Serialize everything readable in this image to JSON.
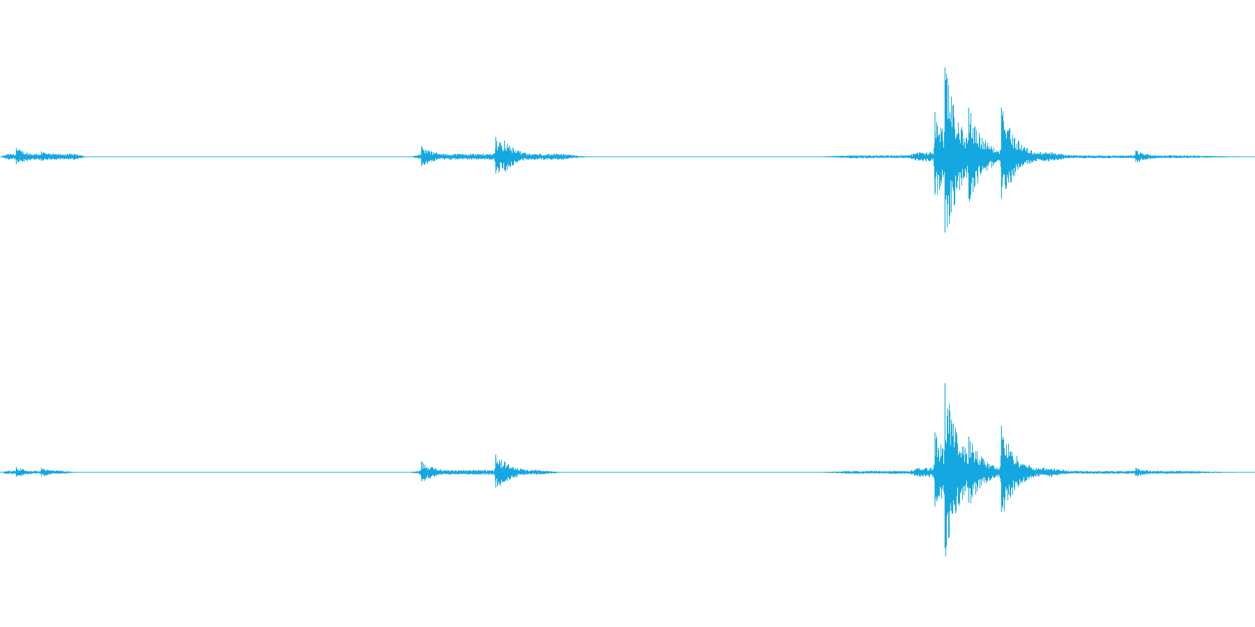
{
  "colors": {
    "background": "#ffffff",
    "waveform": "#15a8e0"
  },
  "chart_data": {
    "type": "line",
    "title": "",
    "xlabel": "",
    "ylabel": "",
    "grid": false,
    "legend": "none",
    "channels": 2,
    "ylim": [
      -1,
      1
    ],
    "xlim": [
      0,
      1
    ],
    "series": [
      {
        "channel": 1,
        "segments": [
          {
            "x": [
              0.0,
              0.07
            ],
            "peak": 0.1
          },
          {
            "x": 0.013,
            "peak": 0.1
          },
          {
            "x": 0.033,
            "peak": 0.06
          },
          {
            "x": [
              0.325,
              0.47
            ],
            "peak": 0.1
          },
          {
            "x": 0.336,
            "peak": 0.12
          },
          {
            "x": 0.395,
            "peak": 0.22
          },
          {
            "x": 0.402,
            "peak": 0.18
          },
          {
            "x": [
              0.647,
              1.0
            ],
            "peak": 0.05
          },
          {
            "x": [
              0.72,
              0.86
            ],
            "peak": 0.15
          },
          {
            "x": 0.745,
            "peak": 0.5
          },
          {
            "x": 0.753,
            "peak": 1.0
          },
          {
            "x": 0.758,
            "peak": 0.48
          },
          {
            "x": 0.772,
            "peak": 0.55
          },
          {
            "x": 0.798,
            "peak": 0.55
          },
          {
            "x": 0.905,
            "peak": 0.07
          }
        ]
      },
      {
        "channel": 2,
        "segments": [
          {
            "x": [
              0.0,
              0.06
            ],
            "peak": 0.06
          },
          {
            "x": 0.013,
            "peak": 0.06
          },
          {
            "x": 0.033,
            "peak": 0.05
          },
          {
            "x": [
              0.325,
              0.45
            ],
            "peak": 0.08
          },
          {
            "x": 0.336,
            "peak": 0.12
          },
          {
            "x": 0.395,
            "peak": 0.2
          },
          {
            "x": 0.402,
            "peak": 0.12
          },
          {
            "x": [
              0.647,
              1.0
            ],
            "peak": 0.05
          },
          {
            "x": [
              0.72,
              0.86
            ],
            "peak": 0.15
          },
          {
            "x": 0.745,
            "peak": 0.45
          },
          {
            "x": 0.753,
            "peak": 1.0
          },
          {
            "x": 0.758,
            "peak": 0.45
          },
          {
            "x": 0.772,
            "peak": 0.4
          },
          {
            "x": 0.798,
            "peak": 0.52
          },
          {
            "x": 0.905,
            "peak": 0.05
          }
        ]
      }
    ]
  }
}
